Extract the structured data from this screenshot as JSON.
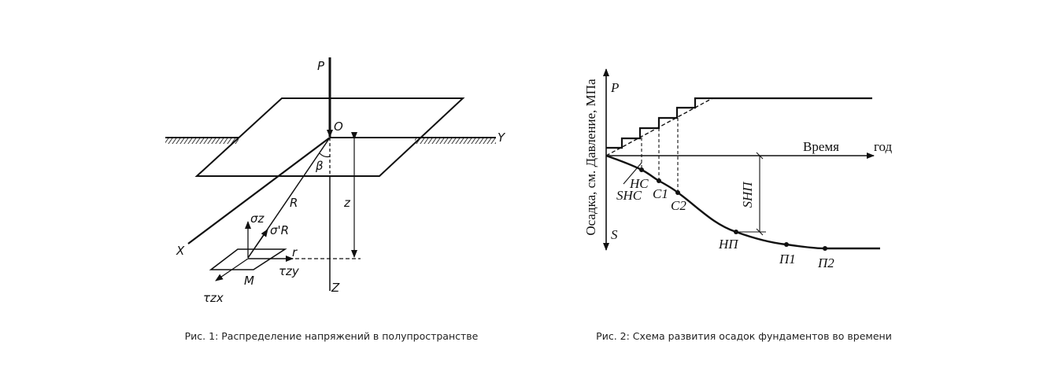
{
  "figure1": {
    "caption": "Рис. 1: Распределение напряжений в полупространстве",
    "labels": {
      "P": "P",
      "O": "O",
      "Y": "Y",
      "X": "X",
      "Z": "Z",
      "z": "z",
      "R": "R",
      "beta": "β",
      "sigma_z": "σz",
      "sigma_R": "σ'R",
      "r": "r",
      "tau_zy": "τzy",
      "tau_zx": "τzx",
      "M": "M"
    }
  },
  "figure2": {
    "caption": "Рис. 2: Схема развития осадок фундаментов во времени",
    "y_axis_label": "Осадка, см. Давление, МПа",
    "x_axis_label": "Время",
    "x_unit": "год",
    "labels": {
      "P": "P",
      "S": "S",
      "HC": "НС",
      "S_HC": "SНС",
      "C1": "C1",
      "C2": "C2",
      "S_HP": "SНП",
      "HP": "НП",
      "P1": "П1",
      "P2": "П2"
    }
  }
}
